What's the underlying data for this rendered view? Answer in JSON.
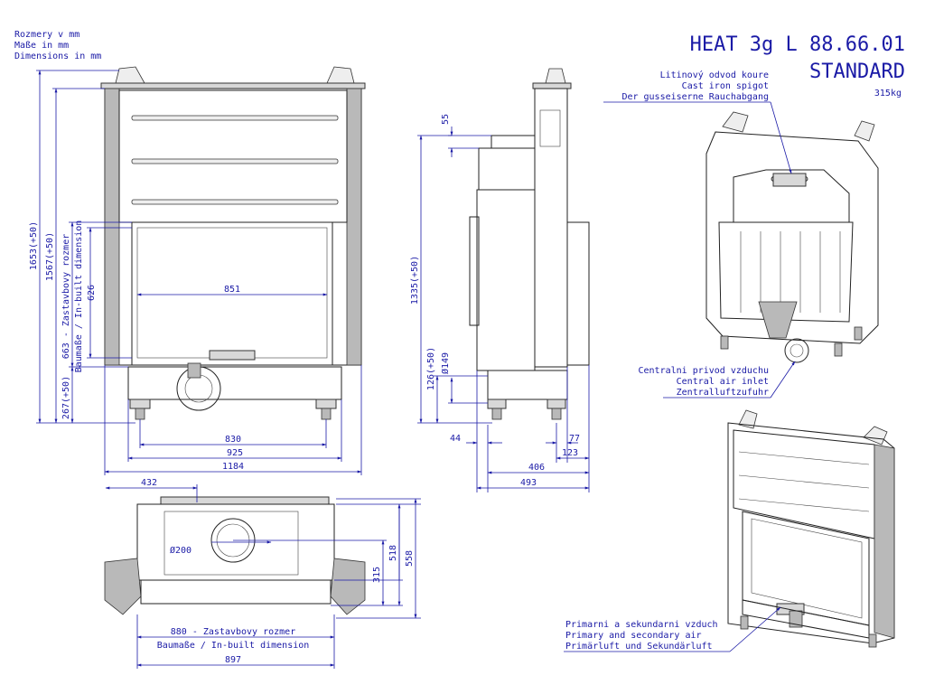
{
  "units_note": [
    "Rozmery v mm",
    "Maße in mm",
    "Dimensions in mm"
  ],
  "title": {
    "model": "HEAT 3g L 88.66.01",
    "variant": "STANDARD",
    "weight": "315kg"
  },
  "callouts": {
    "spigot": [
      "Litinový odvod koure",
      "Cast iron spigot",
      "Der gusseiserne Rauchabgang"
    ],
    "central_air": [
      "Centralni privod vzduchu",
      "Central air inlet",
      "Zentralluftzufuhr"
    ],
    "primary_air": [
      "Primarni a sekundarni vzduch",
      "Primary and secondary air",
      "Primärluft und Sekundärluft"
    ]
  },
  "front_view": {
    "height_total": "1653(+50)",
    "height_inner": "1567(+50)",
    "builtin_label": "663 - Zastavbovy rozmer",
    "builtin_label2": "Baumaße / In-built dimension",
    "glass_height": "626",
    "base_height": "267(+50)",
    "glass_width": "851",
    "w830": "830",
    "w925": "925",
    "w1184": "1184"
  },
  "side_view": {
    "top": "55",
    "height": "1335(+50)",
    "h126": "126(+50)",
    "inlet": "Ø149",
    "d44": "44",
    "d77": "77",
    "d123": "123",
    "d406": "406",
    "d493": "493"
  },
  "top_view": {
    "d432": "432",
    "flue": "Ø200",
    "d518": "518",
    "d558": "558",
    "d315": "315",
    "builtin_label": "880 - Zastavbovy rozmer",
    "builtin_label2": "Baumaße / In-built dimension",
    "d897": "897"
  }
}
